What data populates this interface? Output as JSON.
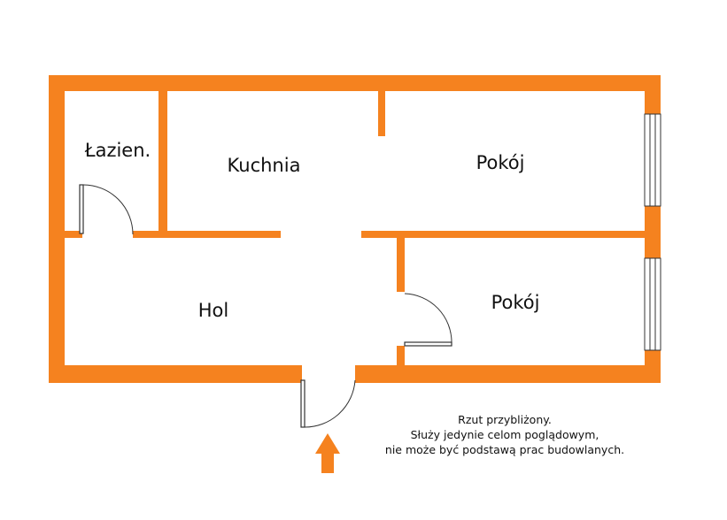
{
  "colors": {
    "wall": "#f5821f",
    "line": "#333333",
    "background": "#ffffff",
    "text": "#111111"
  },
  "rooms": {
    "bathroom": "Łazien.",
    "kitchen": "Kuchnia",
    "room_1": "Pokój",
    "room_2": "Pokój",
    "hall": "Hol"
  },
  "note": {
    "line_1": "Rzut przybliżony.",
    "line_2": "Służy jedynie celom poglądowym,",
    "line_3": "nie może być podstawą prac budowlanych."
  },
  "entrance": {
    "icon": "arrow-up-icon"
  }
}
